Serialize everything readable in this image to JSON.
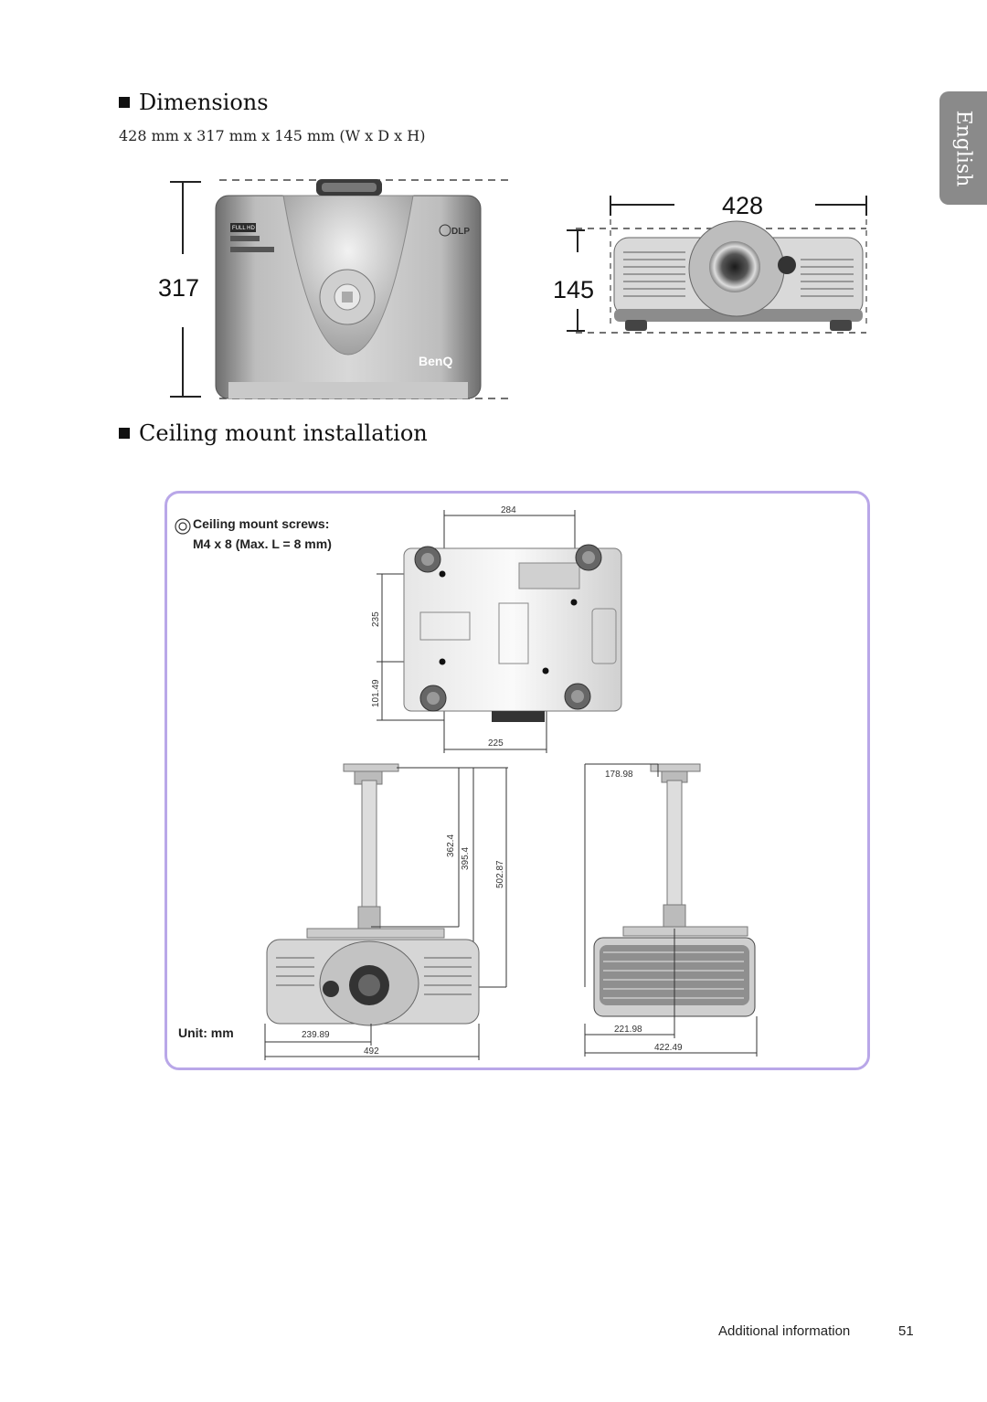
{
  "language_tab": "English",
  "dimensions": {
    "title": "Dimensions",
    "spec": "428 mm x 317 mm x 145 mm (W x D x H)",
    "top_depth": "317",
    "front_width": "428",
    "front_height": "145",
    "top_view_labels": {
      "full_hd": "FULL HD",
      "dlp": "DLP",
      "brand": "BenQ"
    }
  },
  "ceiling": {
    "title": "Ceiling mount installation",
    "screws_line1": "Ceiling mount screws:",
    "screws_line2": "M4 x 8 (Max.  L = 8 mm)",
    "unit": "Unit: mm",
    "bottom_view": {
      "top_width": "284",
      "height_235": "235",
      "height_101": "101.49",
      "bottom_width": "225"
    },
    "front_mount": {
      "h1": "362.4",
      "h2": "395.4",
      "h3": "502.87",
      "w_half": "239.89",
      "w_total": "492"
    },
    "side_mount": {
      "top": "178.98",
      "w_half": "221.98",
      "w_total": "422.49"
    }
  },
  "footer": {
    "section": "Additional information",
    "page": "51"
  },
  "colors": {
    "frame": "#b9a7e8",
    "tab": "#8a8a8a"
  }
}
